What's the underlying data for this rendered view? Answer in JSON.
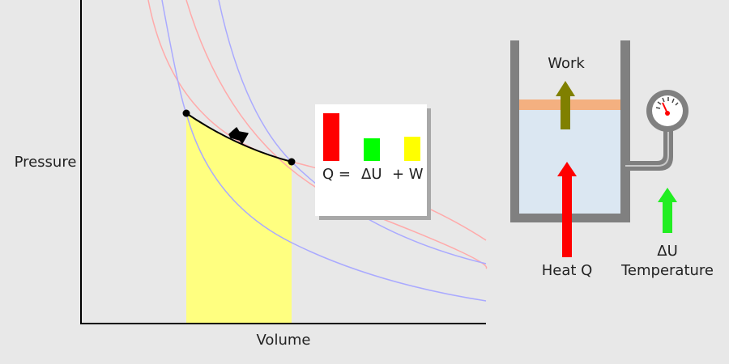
{
  "pv_diagram": {
    "y_axis_label": "Pressure",
    "x_axis_label": "Volume",
    "arrow_direction": "right"
  },
  "energy_balance": {
    "q_label": "Q =",
    "du_label": "ΔU",
    "w_label": "+ W",
    "colors": {
      "q": "#ff0000",
      "du": "#00ff00",
      "w": "#ffff00"
    }
  },
  "apparatus": {
    "work_label": "Work",
    "heat_label": "Heat Q",
    "du_label": "ΔU",
    "temperature_label": "Temperature",
    "colors": {
      "work_arrow": "#808000",
      "heat_arrow": "#ff0000",
      "temperature_arrow": "#22ee22",
      "piston": "#f4b080",
      "gas": "#dbe7f2",
      "container": "#808080"
    }
  },
  "curve_colors": {
    "isotherm": "#ffaaaa",
    "adiabat": "#aaaaff",
    "work_area": "#ffff80"
  }
}
